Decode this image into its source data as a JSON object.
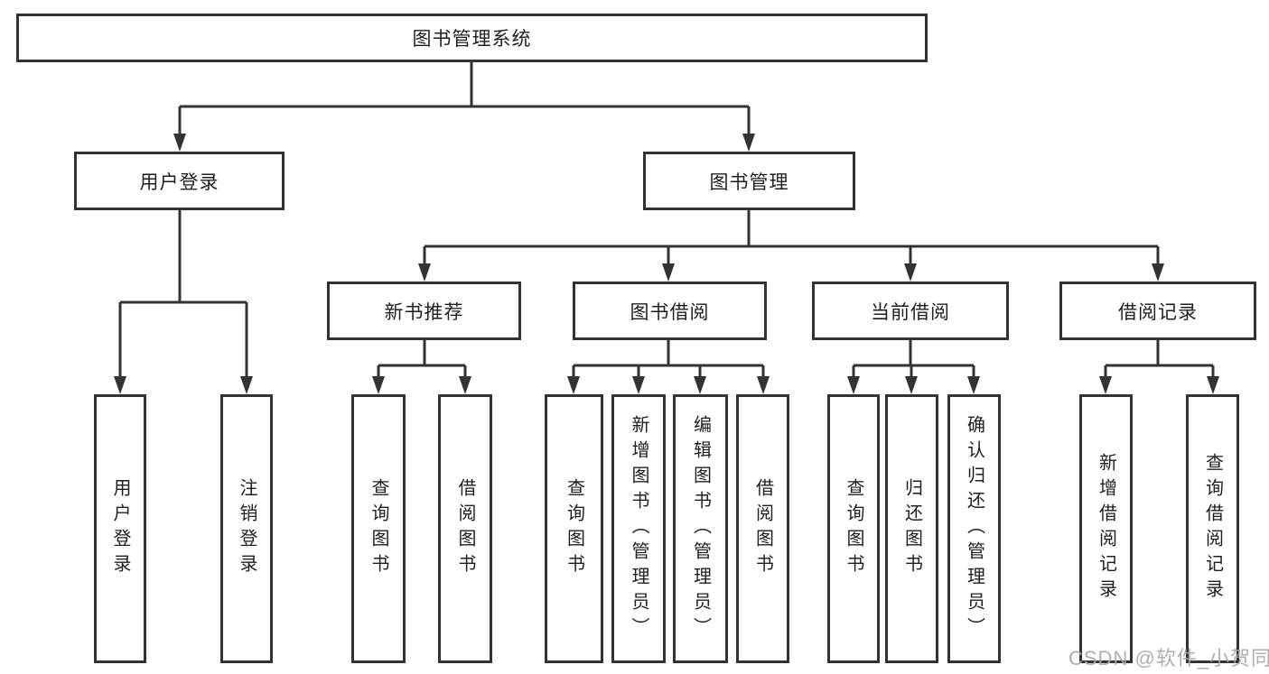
{
  "tree": {
    "label": "图书管理系统",
    "children": [
      {
        "label": "用户登录",
        "children": [
          {
            "label": "用户登录"
          },
          {
            "label": "注销登录"
          }
        ]
      },
      {
        "label": "图书管理",
        "children": [
          {
            "label": "新书推荐",
            "children": [
              {
                "label": "查询图书"
              },
              {
                "label": "借阅图书"
              }
            ]
          },
          {
            "label": "图书借阅",
            "children": [
              {
                "label": "查询图书"
              },
              {
                "label": "新增图书（管理员）"
              },
              {
                "label": "编辑图书（管理员）"
              },
              {
                "label": "借阅图书"
              }
            ]
          },
          {
            "label": "当前借阅",
            "children": [
              {
                "label": "查询图书"
              },
              {
                "label": "归还图书"
              },
              {
                "label": "确认归还（管理员）"
              }
            ]
          },
          {
            "label": "借阅记录",
            "children": [
              {
                "label": "新增借阅记录"
              },
              {
                "label": "查询借阅记录"
              }
            ]
          }
        ]
      }
    ]
  },
  "watermark": "CSDN @软件_小贺同学",
  "colors": {
    "line": "#333333",
    "text": "#1f1f1f",
    "watermark": "#a8a8a8",
    "background": "#ffffff"
  }
}
